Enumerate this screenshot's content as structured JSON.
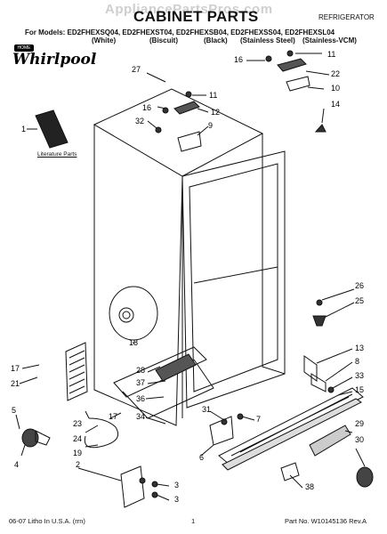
{
  "watermark": "AppliancePartsPros.com",
  "title": "CABINET PARTS",
  "category": "REFRIGERATOR",
  "models_line": "For Models: ED2FHEXSQ04, ED2FHEXST04, ED2FHEXSB04, ED2FHEXSS04, ED2FHEXSL04",
  "variants": [
    "(White)",
    "(Biscuit)",
    "(Black)",
    "(Stainless Steel)",
    "(Stainless-VCM)"
  ],
  "brand": {
    "name": "Whirlpool",
    "badge": "HOME"
  },
  "literature_label": "Literature Parts",
  "callouts": [
    "27",
    "16",
    "11",
    "22",
    "10",
    "16",
    "11",
    "12",
    "32",
    "9",
    "14",
    "1",
    "26",
    "25",
    "18",
    "13",
    "8",
    "33",
    "15",
    "17",
    "21",
    "28",
    "37",
    "36",
    "34",
    "31",
    "7",
    "5",
    "23",
    "17",
    "24",
    "19",
    "3",
    "29",
    "30",
    "4",
    "2",
    "6",
    "38",
    "3"
  ],
  "footer": {
    "left": "06-07 Litho In U.S.A. (rrn)",
    "center": "1",
    "right": "Part No. W10145136 Rev.A"
  },
  "colors": {
    "ink": "#111111",
    "watermark": "#cfcfcf",
    "paper": "#ffffff"
  }
}
